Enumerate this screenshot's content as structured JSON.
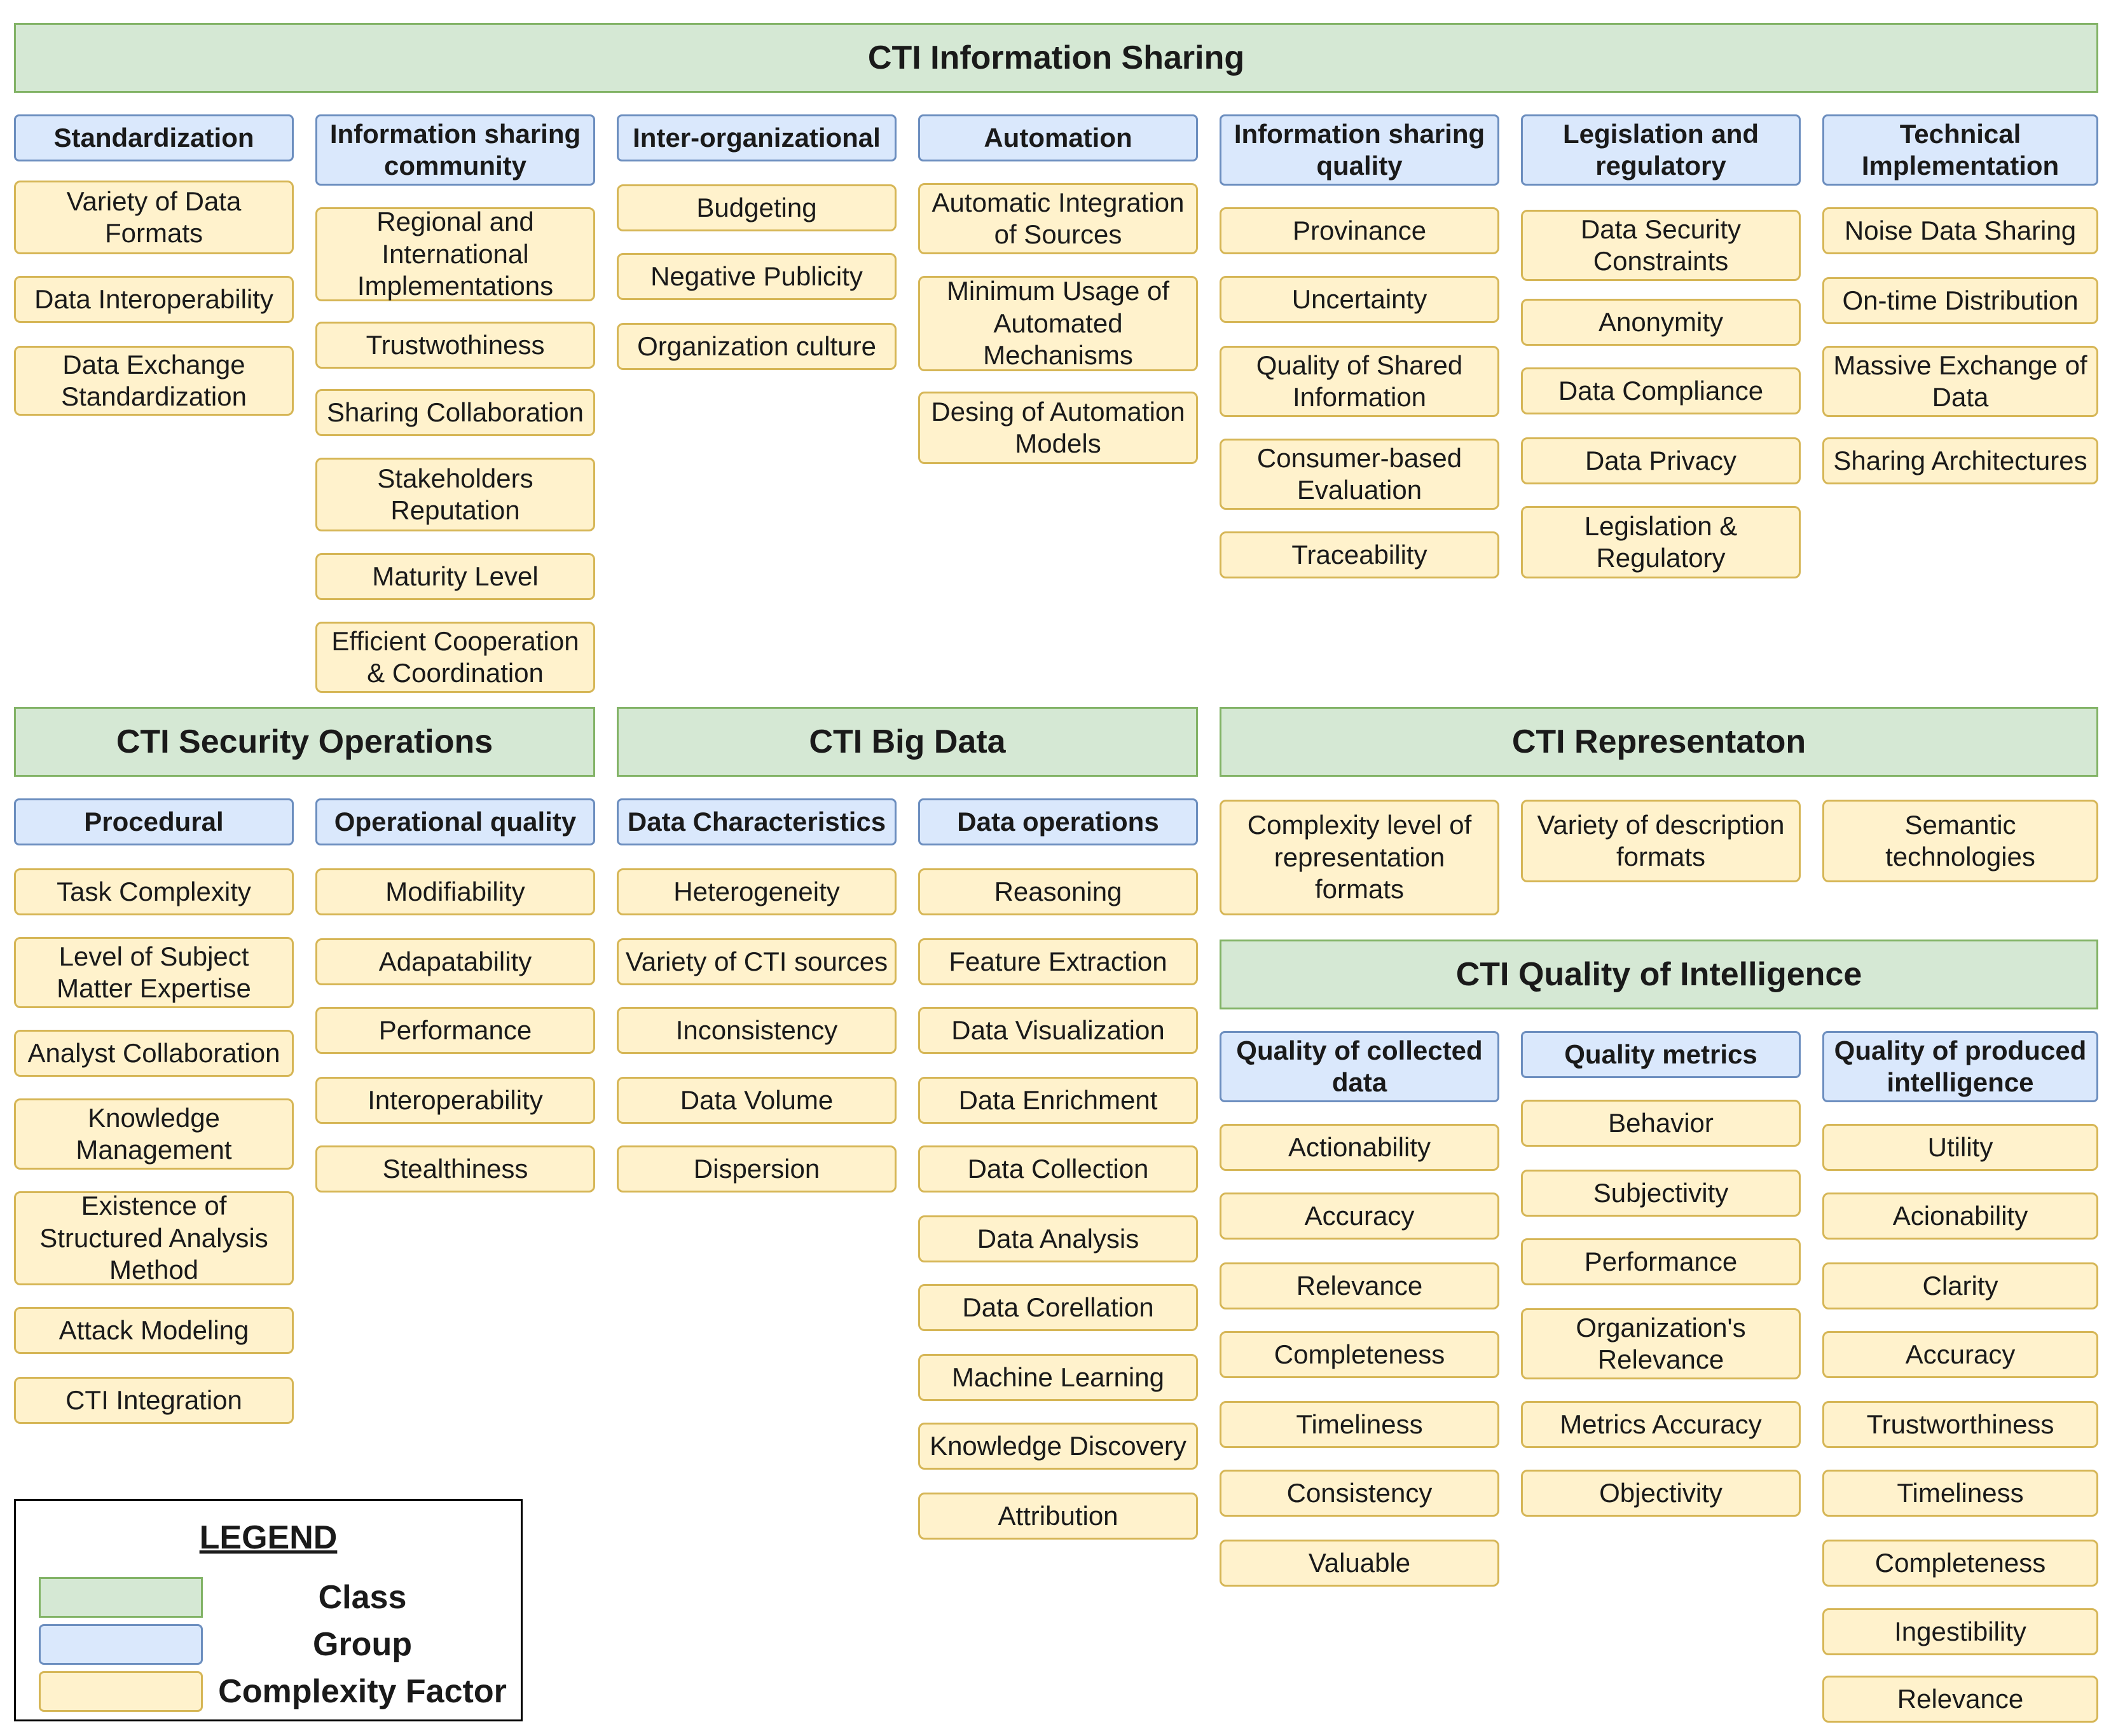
{
  "classes": {
    "info_sharing": "CTI Information Sharing",
    "security_ops": "CTI Security Operations",
    "big_data": "CTI Big Data",
    "representation": "CTI Representaton",
    "quality": "CTI Quality of Intelligence"
  },
  "info_sharing": {
    "standardization": {
      "group": "Standardization",
      "factors": [
        "Variety of Data Formats",
        "Data Interoperability",
        "Data Exchange Standardization"
      ]
    },
    "community": {
      "group": "Information sharing community",
      "factors": [
        "Regional and International Implementations",
        "Trustwothiness",
        "Sharing Collaboration",
        "Stakeholders Reputation",
        "Maturity Level",
        "Efficient Cooperation & Coordination"
      ]
    },
    "inter_org": {
      "group": "Inter-organizational",
      "factors": [
        "Budgeting",
        "Negative Publicity",
        "Organization culture"
      ]
    },
    "automation": {
      "group": "Automation",
      "factors": [
        "Automatic Integration of Sources",
        "Minimum Usage of Automated Mechanisms",
        "Desing of Automation Models"
      ]
    },
    "sharing_quality": {
      "group": "Information sharing quality",
      "factors": [
        "Provinance",
        "Uncertainty",
        "Quality of Shared Information",
        "Consumer-based Evaluation",
        "Traceability"
      ]
    },
    "legislation": {
      "group": "Legislation and regulatory",
      "factors": [
        "Data Security Constraints",
        "Anonymity",
        "Data Compliance",
        "Data Privacy",
        "Legislation & Regulatory"
      ]
    },
    "technical": {
      "group": "Technical Implementation",
      "factors": [
        "Noise Data Sharing",
        "On-time Distribution",
        "Massive Exchange of Data",
        "Sharing Architectures"
      ]
    }
  },
  "security_ops": {
    "procedural": {
      "group": "Procedural",
      "factors": [
        "Task Complexity",
        "Level of Subject Matter Expertise",
        "Analyst Collaboration",
        "Knowledge Management",
        "Existence of Structured Analysis Method",
        "Attack Modeling",
        "CTI Integration"
      ]
    },
    "operational": {
      "group": "Operational quality",
      "factors": [
        "Modifiability",
        "Adapatability",
        "Performance",
        "Interoperability",
        "Stealthiness"
      ]
    }
  },
  "big_data": {
    "characteristics": {
      "group": "Data Characteristics",
      "factors": [
        "Heterogeneity",
        "Variety of CTI sources",
        "Inconsistency",
        "Data Volume",
        "Dispersion"
      ]
    },
    "operations": {
      "group": "Data operations",
      "factors": [
        "Reasoning",
        "Feature Extraction",
        "Data Visualization",
        "Data Enrichment",
        "Data Collection",
        "Data Analysis",
        "Data Corellation",
        "Machine Learning",
        "Knowledge Discovery",
        "Attribution"
      ]
    }
  },
  "representation": {
    "factors": [
      "Complexity level of representation formats",
      "Variety of description formats",
      "Semantic technologies"
    ]
  },
  "quality": {
    "collected": {
      "group": "Quality of collected data",
      "factors": [
        "Actionability",
        "Accuracy",
        "Relevance",
        "Completeness",
        "Timeliness",
        "Consistency",
        "Valuable"
      ]
    },
    "metrics": {
      "group": "Quality metrics",
      "factors": [
        "Behavior",
        "Subjectivity",
        "Performance",
        "Organization's Relevance",
        "Metrics Accuracy",
        "Objectivity"
      ]
    },
    "produced": {
      "group": "Quality of produced intelligence",
      "factors": [
        "Utility",
        "Acionability",
        "Clarity",
        "Accuracy",
        "Trustworthiness",
        "Timeliness",
        "Completeness",
        "Ingestibility",
        "Relevance"
      ]
    }
  },
  "legend": {
    "title": "LEGEND",
    "class_label": "Class",
    "group_label": "Group",
    "factor_label": "Complexity Factor"
  },
  "colors": {
    "class_fill": "#d5e8d4",
    "class_border": "#82b366",
    "group_fill": "#dae8fc",
    "group_border": "#6c8ebf",
    "factor_fill": "#fff2cc",
    "factor_border": "#d6b656"
  }
}
